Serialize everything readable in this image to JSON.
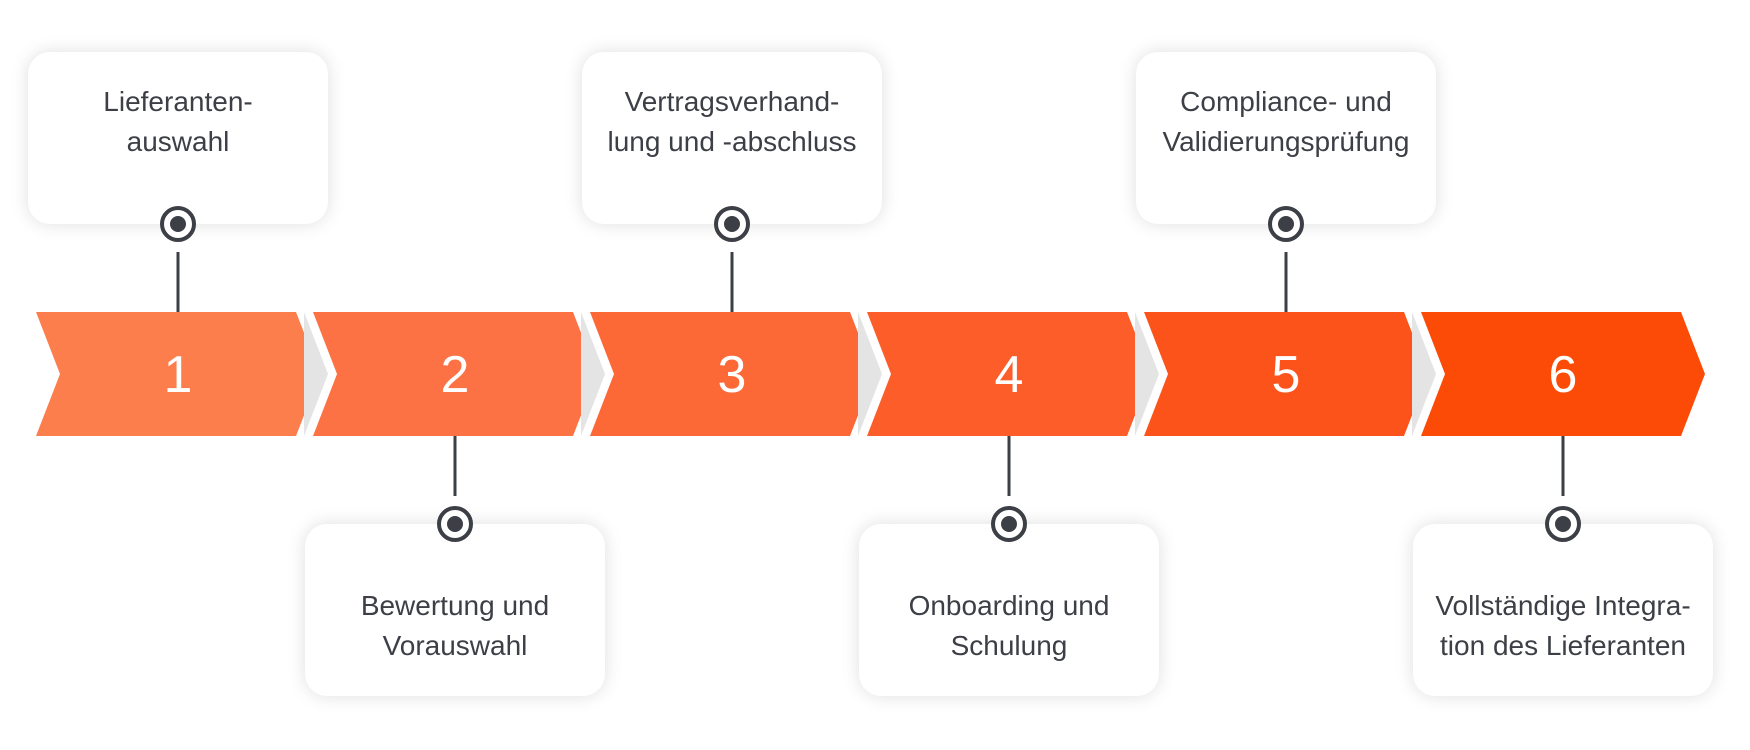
{
  "diagram": {
    "type": "process-timeline",
    "colors": {
      "arrow_gradient": [
        "#FC7E4C",
        "#FD7244",
        "#FD6837",
        "#FC5D29",
        "#FC531B",
        "#FB4B06"
      ],
      "separator": "#e4e4e4",
      "connector": "#3c3f45",
      "card_text": "#3c3f45",
      "step_number": "#ffffff"
    },
    "steps": [
      {
        "number": "1",
        "label": "Lieferanten-\nauswahl",
        "position": "top"
      },
      {
        "number": "2",
        "label": "Bewertung und\nVorauswahl",
        "position": "bottom"
      },
      {
        "number": "3",
        "label": "Vertragsverhand-\nlung und -abschluss",
        "position": "top"
      },
      {
        "number": "4",
        "label": "Onboarding und\nSchulung",
        "position": "bottom"
      },
      {
        "number": "5",
        "label": "Compliance- und\nValidierungsprüfung",
        "position": "top"
      },
      {
        "number": "6",
        "label": "Vollständige Integra-\ntion des Lieferanten",
        "position": "bottom"
      }
    ]
  }
}
